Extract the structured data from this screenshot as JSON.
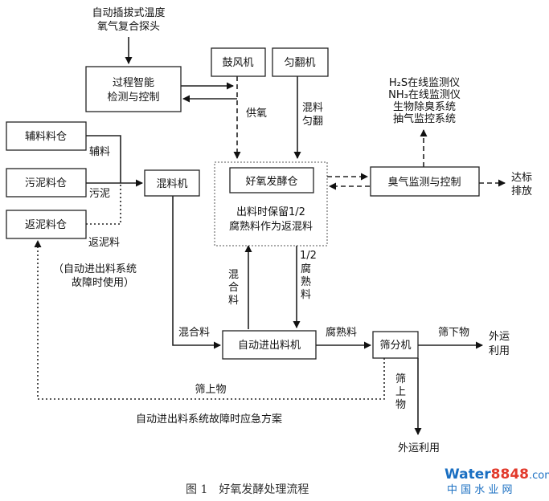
{
  "nodes": {
    "probe_l1": "自动插拔式温度",
    "probe_l2": "氧气复合探头",
    "smart_l1": "过程智能",
    "smart_l2": "检测与控制",
    "blower": "鼓风机",
    "turner": "匀翻机",
    "monitor_l1": "H₂S在线监测仪",
    "monitor_l2": "NH₃在线监测仪",
    "monitor_l3": "生物除臭系统",
    "monitor_l4": "抽气监控系统",
    "aux_bin": "辅料料仓",
    "sludge_bin": "污泥料仓",
    "return_bin": "返泥料仓",
    "mixer": "混料机",
    "ferment": "好氧发酵仓",
    "ferment_note_l1": "出料时保留1/2",
    "ferment_note_l2": "腐熟料作为返混料",
    "odor": "臭气监测与控制",
    "feeder": "自动进出料机",
    "screen": "筛分机"
  },
  "labels": {
    "oxygen": "供氧",
    "mix_turn_l1": "混料",
    "mix_turn_l2": "匀翻",
    "discharge_l1": "达标",
    "discharge_l2": "排放",
    "aux": "辅料",
    "sludge": "污泥",
    "return": "返泥料",
    "fault_note_l1": "（自动进出料系统",
    "fault_note_l2": "故障时使用）",
    "mixed_up_1": "混",
    "mixed_up_2": "合",
    "mixed_up_3": "料",
    "half": "1/2",
    "half_1": "腐",
    "half_2": "熟",
    "half_3": "料",
    "mixed_in": "混合料",
    "matured": "腐熟料",
    "undersize": "筛下物",
    "reuse_top_l1": "外运",
    "reuse_top_l2": "利用",
    "oversize_left": "筛上物",
    "oversize_1": "筛",
    "oversize_2": "上",
    "oversize_3": "物",
    "reuse_bottom": "外运利用",
    "emergency": "自动进出料系统故障时应急方案"
  },
  "caption": "图 1　好氧发酵处理流程",
  "watermark": {
    "brand_a": "Water",
    "brand_b": "8848",
    "brand_c": ".com",
    "sub": "中 国 水 业 网",
    "color_a": "#1a6fc2",
    "color_b": "#e23a2c"
  }
}
